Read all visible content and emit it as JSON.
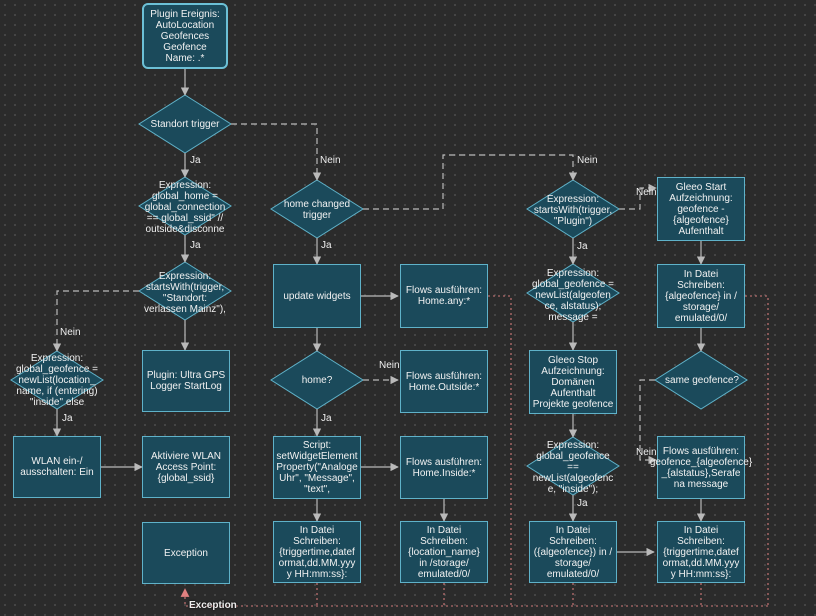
{
  "nodes": {
    "start": "Plugin Ereignis:\nAutoLocation\nGeofences\nGeofence\nName: .*",
    "standort_trigger": "Standort trigger",
    "expr_global_home": "Expression:\nglobal_home =\nglobal_connection\n== global_ssid\" //\noutside&disconne",
    "expr_starts_with_verlassen": "Expression:\nstartsWith(trigger,\n\"Standort:\nverlassen Mainz\"),",
    "expr_global_geofence_inside": "Expression:\nglobal_geofence =\nnewList(location_\nname, if (entering)\n\"inside\" else",
    "plugin_ultra_gps": "Plugin: Ultra GPS\nLogger StartLog",
    "wlan_toggle": "WLAN ein-/\nausschalten: Ein",
    "aktiviere_wlan": "Aktiviere WLAN\nAccess Point:\n{global_ssid}",
    "exception": "Exception",
    "home_changed_trigger": "home changed\ntrigger",
    "update_widgets": "update widgets",
    "home_decision": "home?",
    "script_set_widget": "Script:\nsetWidgetElement\nProperty(\"Analoge\nUhr\", \"Message\",\n\"text\",",
    "file_write_triggertime_1": "In Datei\nSchreiben:\n{triggertime,datef\normat,dd.MM.yyy\ny HH:mm:ss}:",
    "flows_home_any": "Flows ausführen:\nHome.any:*",
    "flows_home_outside": "Flows ausführen:\nHome.Outside:*",
    "flows_home_inside": "Flows ausführen:\nHome.Inside:*",
    "file_write_location_name": "In Datei\nSchreiben:\n{location_name}\nin /storage/\nemulated/0/",
    "expr_starts_with_plugin": "Expression:\nstartsWith(trigger,\n\"Plugin\")",
    "expr_global_geofence_alstatus": "Expression:\nglobal_geofence =\nnewList(algeofen\nce, alstatus);\nmessage =",
    "gleeo_stop": "Gleeo Stop\nAufzeichnung:\nDomänen\nAufenthalt\nProjekte geofence",
    "expr_geofence_inside_check": "Expression:\nglobal_geofence\n==\nnewList(algeofenc\ne, \"inside\");",
    "file_write_algeofence": "In Datei\nSchreiben:\n({algeofence}) in /\nstorage/\nemulated/0/",
    "gleeo_start": "Gleeo Start\nAufzeichnung:\ngeofence -\n{algeofence}\nAufenthalt",
    "file_write_algeofence_2": "In Datei\nSchreiben:\n{algeofence} in /\nstorage/\nemulated/0/",
    "same_geofence": "same geofence?",
    "flows_geofence": "Flows ausführen:\ngeofence_{algeofence}\n_{alstatus},Serafe\nna message",
    "file_write_triggertime_2": "In Datei\nSchreiben:\n{triggertime,datef\normat,dd.MM.yyy\ny HH:mm:ss}:"
  },
  "edge_labels": {
    "ja_1": "Ja",
    "ja_2": "Ja",
    "nein_left": "Nein",
    "ja_3": "Ja",
    "nein_top": "Nein",
    "ja_4": "Ja",
    "nein_home": "Nein",
    "ja_5": "Ja",
    "nein_right": "Nein",
    "ja_6": "Ja",
    "ja_7": "Ja",
    "nein_gleeo": "Nein",
    "nein_same": "Nein",
    "exception_edge": "Exception"
  },
  "colors": {
    "node_fill": "#1b4a5b",
    "node_border": "#5fb2c9",
    "edge": "#b9b9b9",
    "exception_edge": "#e08080"
  }
}
